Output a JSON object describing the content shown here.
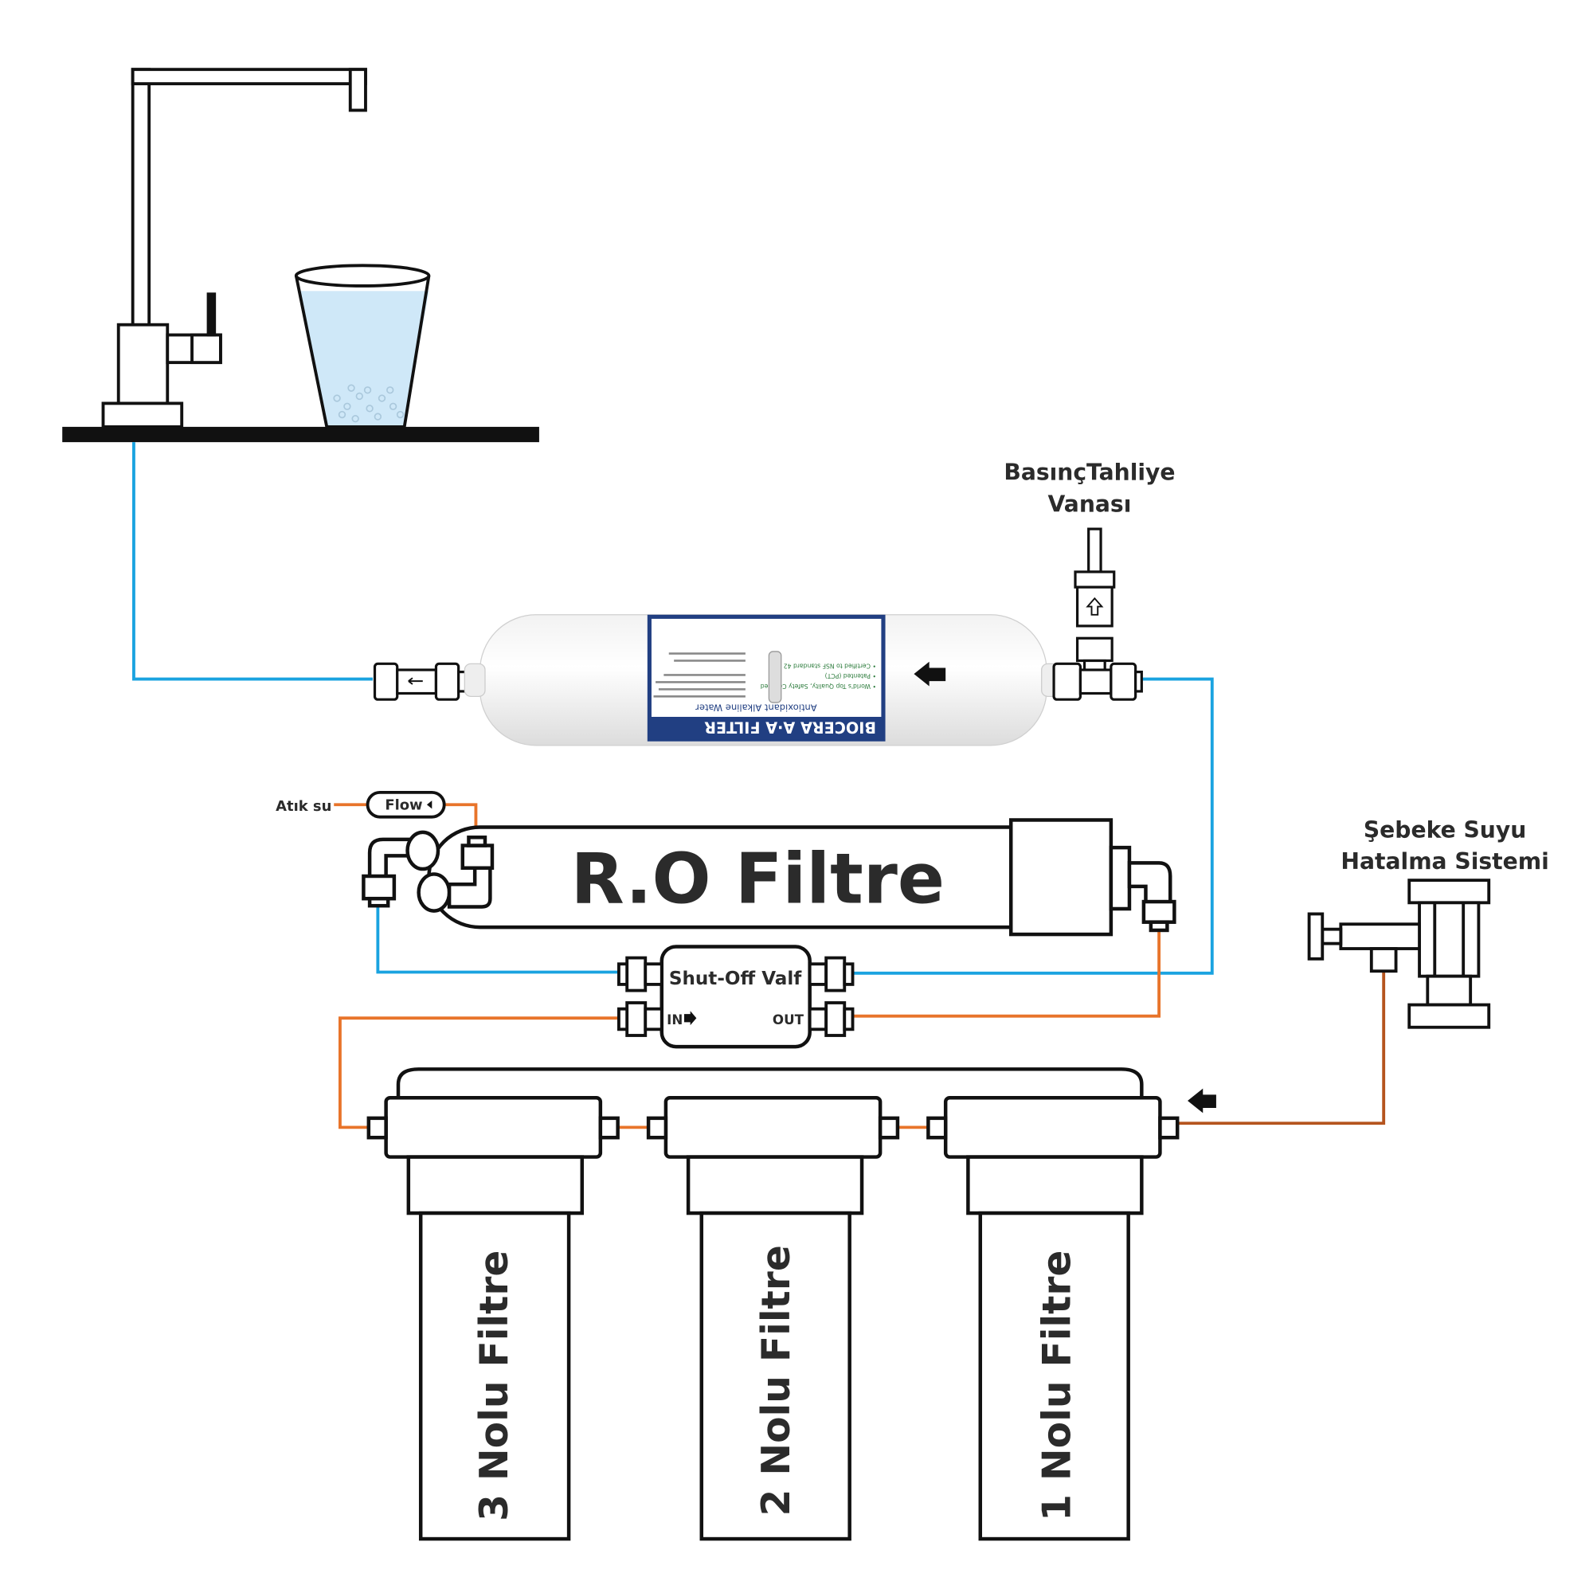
{
  "colors": {
    "clean_water": "#1aa3e0",
    "waste_water": "#e8742a",
    "supply_water": "#b5541e",
    "label_navy": "#213f82",
    "water_fill": "#cfe8f8"
  },
  "labels": {
    "pressure_valve_line1": "BasınçTahliye",
    "pressure_valve_line2": "Vanası",
    "waste_water": "Atık su",
    "flow": "Flow",
    "ro_filter": "R.O Filtre",
    "shutoff": "Shut-Off Valf",
    "shutoff_in": "IN",
    "shutoff_out": "OUT",
    "supply_line1": "Şebeke Suyu",
    "supply_line2": "Hatalma Sistemi",
    "filter3": "3 Nolu Filtre",
    "filter2": "2 Nolu Filtre",
    "filter1": "1 Nolu Filtre"
  },
  "aa_filter_label": {
    "brand": "BIOCERA A·A FILTER",
    "subtitle": "Antioxidant Alkaline Water",
    "bullet1": "• World's Top Quality, Safety Certified",
    "bullet2": "• Patented (PCT)",
    "bullet3": "• Certified to NSF standard 42"
  },
  "icons": [
    "faucet-icon",
    "glass-of-water-icon",
    "arrow-left-icon",
    "pressure-relief-valve-icon",
    "supply-valve-icon"
  ]
}
